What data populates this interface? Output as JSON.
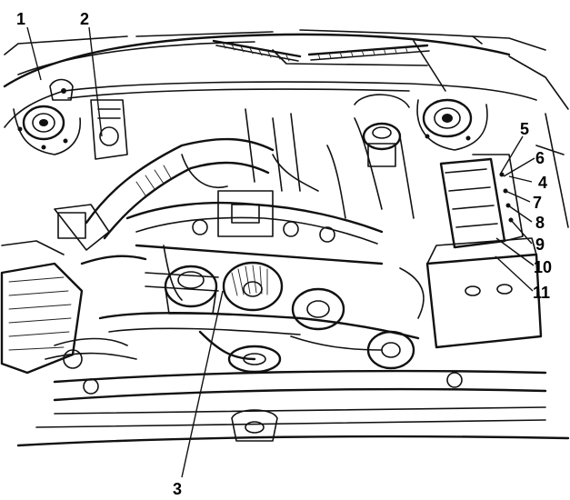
{
  "callouts": [
    {
      "id": "1",
      "text": "1"
    },
    {
      "id": "2",
      "text": "2"
    },
    {
      "id": "3",
      "text": "3"
    },
    {
      "id": "4",
      "text": "4"
    },
    {
      "id": "5",
      "text": "5"
    },
    {
      "id": "6",
      "text": "6"
    },
    {
      "id": "7",
      "text": "7"
    },
    {
      "id": "8",
      "text": "8"
    },
    {
      "id": "9",
      "text": "9"
    },
    {
      "id": "10",
      "text": "10"
    },
    {
      "id": "11",
      "text": "11"
    }
  ],
  "colors": {
    "ink": "#111111",
    "background": "#ffffff"
  }
}
